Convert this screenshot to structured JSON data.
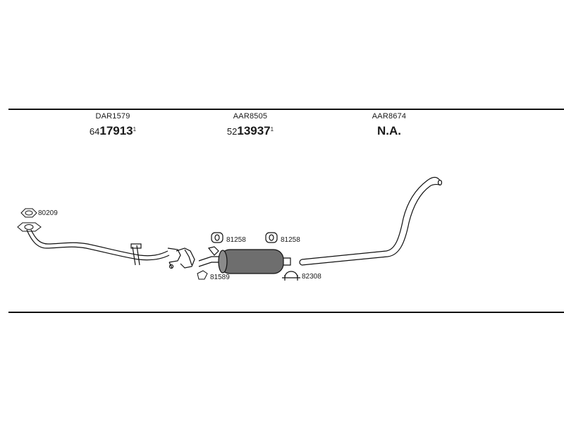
{
  "parts": [
    {
      "code": "DAR1579",
      "num_prefix": "64",
      "num_main": "17913",
      "num_suffix": "1"
    },
    {
      "code": "AAR8505",
      "num_prefix": "52",
      "num_main": "13937",
      "num_suffix": "1"
    },
    {
      "code": "AAR8674",
      "na_text": "N.A."
    }
  ],
  "callouts": {
    "gasket": "80209",
    "mount_left": "81258",
    "mount_right": "81258",
    "hanger": "81589",
    "clamp": "82308"
  },
  "colors": {
    "line": "#111111",
    "muffler_fill": "#6e6e6e"
  }
}
